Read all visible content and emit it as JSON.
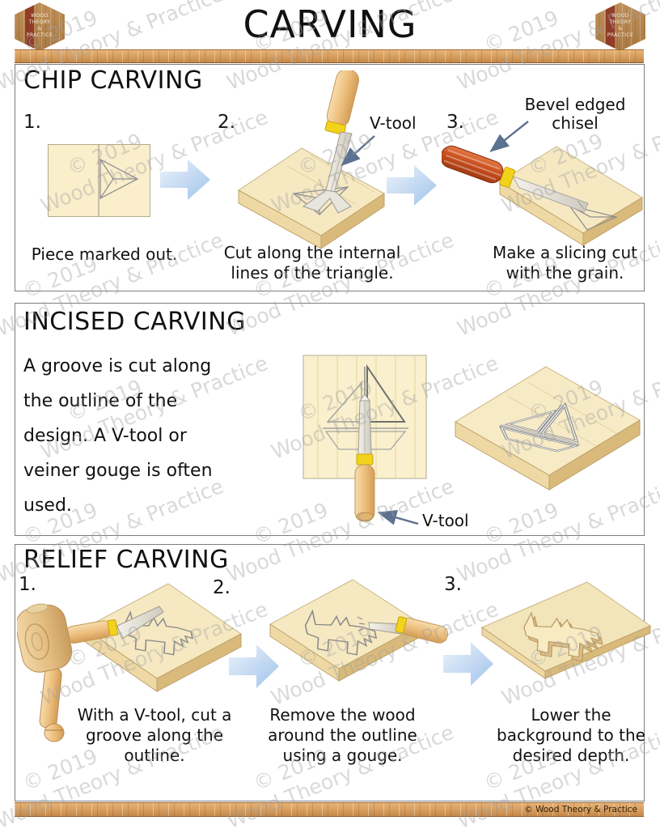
{
  "header": {
    "title": "CARVING",
    "logo_text": "WOOD\nTHEORY\n&\nPRACTICE"
  },
  "watermark": {
    "line1": "© 2019",
    "line2": "Wood Theory & Practice"
  },
  "sections": {
    "chip": {
      "heading": "CHIP CARVING",
      "steps": [
        {
          "number": "1.",
          "caption": "Piece marked out."
        },
        {
          "number": "2.",
          "caption": "Cut along the internal lines of the triangle.",
          "label": "V-tool"
        },
        {
          "number": "3.",
          "caption": "Make a slicing cut with the grain.",
          "label": "Bevel edged chisel"
        }
      ]
    },
    "incised": {
      "heading": "INCISED CARVING",
      "paragraph": "A groove is cut along the outline of the design. A V-tool or veiner gouge is often used.",
      "tool_label": "V-tool"
    },
    "relief": {
      "heading": "RELIEF CARVING",
      "steps": [
        {
          "number": "1.",
          "caption": "With a V-tool, cut a groove along the outline."
        },
        {
          "number": "2.",
          "caption": "Remove the wood around the outline using a gouge."
        },
        {
          "number": "3.",
          "caption": "Lower the background to the desired depth."
        }
      ]
    }
  },
  "footer": {
    "credit": "© Wood Theory & Practice"
  },
  "colors": {
    "board_fill": "#f6e9c2",
    "board_side_light": "#eed9a4",
    "board_side_dark": "#d9ba7b",
    "flat_board": "#faeecb",
    "arrow_light": "#eef4fc",
    "arrow_dark": "#9fc2ea",
    "handle_tan": "#eebf7d",
    "ferrule_yellow": "#f2d31b",
    "chisel_red": "#c94f1f",
    "annotation_arrow": "#5d7191",
    "wood_bar": "#d59d5e",
    "outline_gray": "#8f8f8f"
  }
}
